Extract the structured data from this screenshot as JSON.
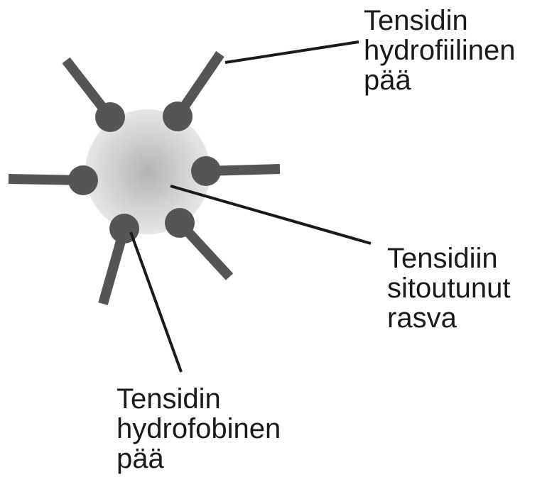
{
  "labels": {
    "hydrophilic_head": [
      "Tensidin",
      "hydrofiilinen",
      "pää"
    ],
    "bound_fat": [
      "Tensidiin",
      "sitoutunut",
      "rasva"
    ],
    "hydrophobic_end": [
      "Tensidin",
      "hydrofobinen",
      "pää"
    ]
  },
  "colors": {
    "surfactant": "#555555",
    "fat_center": "#b3b3b3",
    "fat_edge": "#e6e6e6",
    "leader_line": "#1a1a1a",
    "text": "#1a1a1a"
  }
}
